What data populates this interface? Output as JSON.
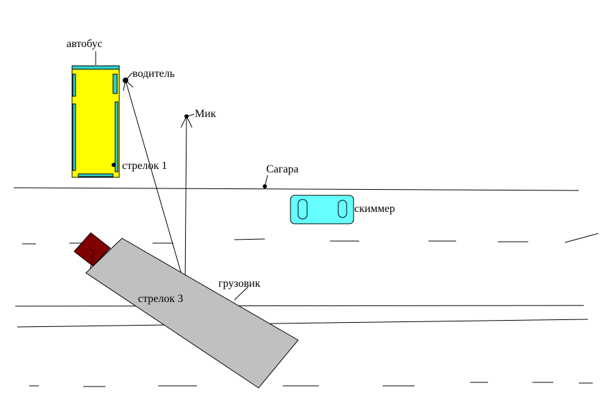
{
  "labels": {
    "bus": "автобус",
    "driver": "водитель",
    "mik": "Мик",
    "shooter1": "стрелок 1",
    "sagara": "Сагара",
    "skimmer": "скиммер",
    "truck": "грузовик",
    "shooter3": "стрелок 3"
  },
  "colors": {
    "bus_body": "#ffff00",
    "bus_windows": "#33cccc",
    "skimmer": "#66ffff",
    "truck_cab": "#800000",
    "truck_trailer": "#c0c0c0",
    "lines": "#000000"
  }
}
